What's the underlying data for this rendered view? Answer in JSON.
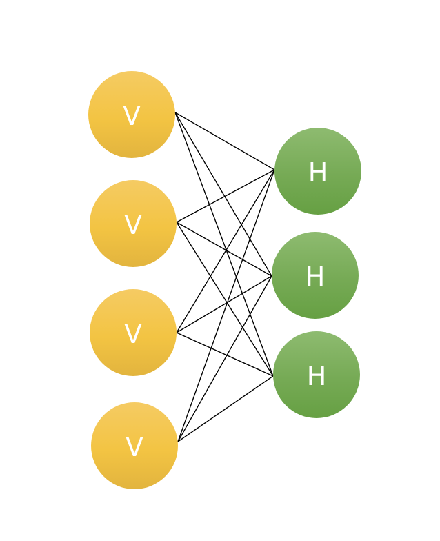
{
  "visible_nodes": [
    {
      "label": "V"
    },
    {
      "label": "V"
    },
    {
      "label": "V"
    },
    {
      "label": "V"
    }
  ],
  "hidden_nodes": [
    {
      "label": "H"
    },
    {
      "label": "H"
    },
    {
      "label": "H"
    }
  ],
  "colors": {
    "visible_top": "#F5CB63",
    "visible_mid": "#F3C443",
    "visible_bottom": "#E2B43E",
    "hidden_top": "#8EBB70",
    "hidden_mid": "#76AA55",
    "hidden_bottom": "#66A043",
    "edge": "#000000",
    "label": "#FFFFFF"
  }
}
